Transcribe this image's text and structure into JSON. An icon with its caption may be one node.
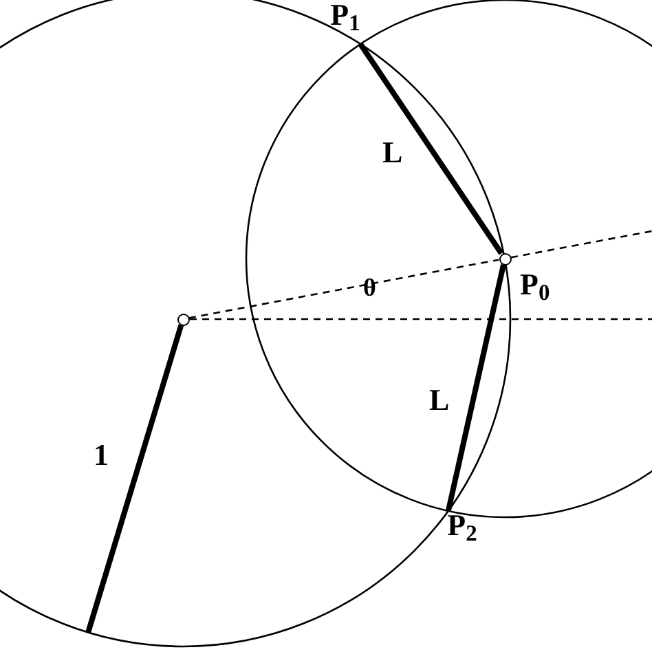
{
  "diagram": {
    "nodes": [
      {
        "text": [
          "P$_{1}$"
        ]
      },
      {
        "text": [],
        "shape": "circle",
        "beside": [
          "P$_{0}$"
        ]
      },
      {
        "text": [
          "P$_{2}$"
        ]
      },
      {
        "text": [],
        "shape": "circle"
      }
    ],
    "edges": [
      {
        "from": 0,
        "to": 1,
        "arrow": "none",
        "label": "L"
      },
      {
        "from": 1,
        "to": 2,
        "arrow": "none",
        "label": "L"
      },
      {
        "from": 3,
        "to": null,
        "arrow": "none",
        "label": "1"
      },
      {
        "from": 3,
        "to": 1,
        "arrow": "none",
        "style": "dashed"
      }
    ],
    "labels": [
      "θ"
    ]
  }
}
